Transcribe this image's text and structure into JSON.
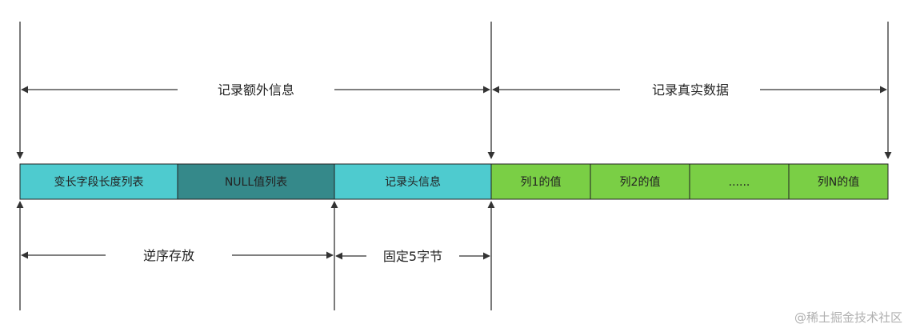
{
  "annotations": {
    "extra_info": "记录额外信息",
    "real_data": "记录真实数据",
    "reverse_order": "逆序存放",
    "fixed_5_bytes": "固定5字节"
  },
  "cells": [
    {
      "label": "变长字段长度列表",
      "color": "#4ECBCF"
    },
    {
      "label": "NULL值列表",
      "color": "#35898A"
    },
    {
      "label": "记录头信息",
      "color": "#4ECBCF"
    },
    {
      "label": "列1的值",
      "color": "#7ACF45"
    },
    {
      "label": "列2的值",
      "color": "#7ACF45"
    },
    {
      "label": "......",
      "color": "#7ACF45"
    },
    {
      "label": "列N的值",
      "color": "#7ACF45"
    }
  ],
  "colors": {
    "line": "#333333",
    "border": "#222222"
  },
  "watermark": "@稀土掘金技术社区"
}
